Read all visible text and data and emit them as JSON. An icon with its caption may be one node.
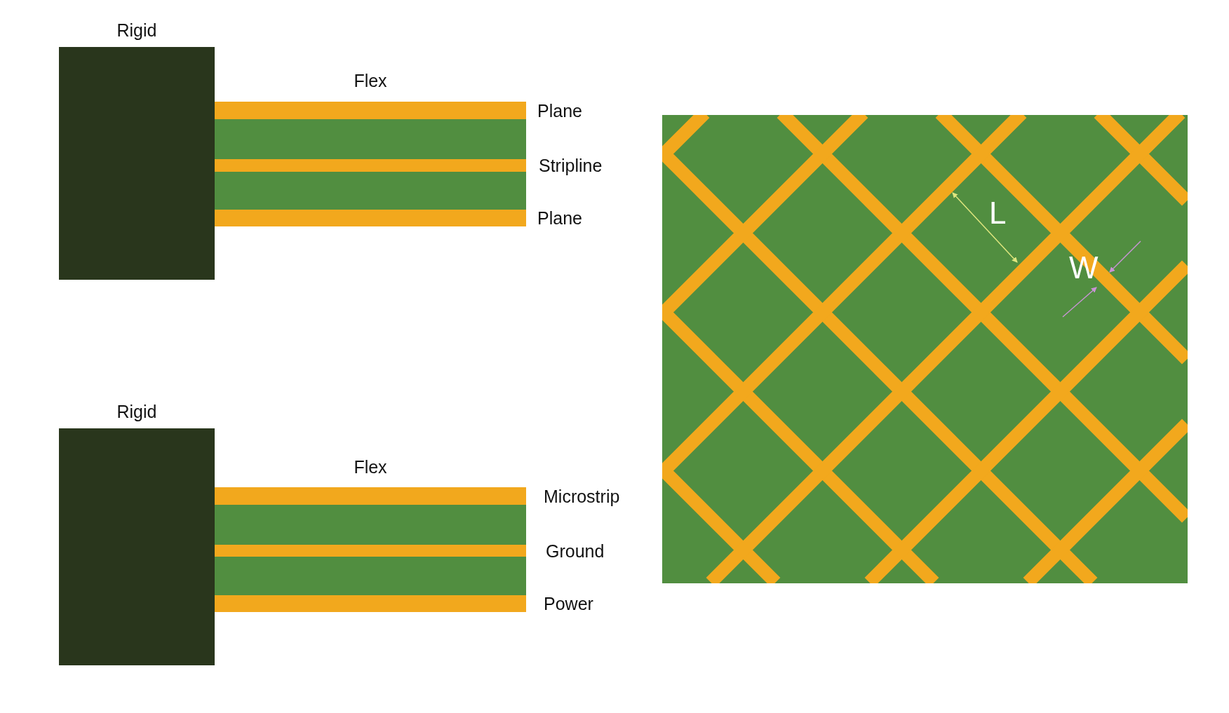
{
  "diagram": {
    "nodes": [
      {
        "text": [
          "Rigid"
        ]
      },
      {
        "text": [
          "Flex"
        ]
      },
      {
        "text": [
          "Plane"
        ],
        "in": 1
      },
      {
        "text": [],
        "shape": "bar",
        "in": 1
      },
      {
        "text": [
          "Stripline"
        ],
        "in": 1
      },
      {
        "text": [],
        "shape": "bar",
        "in": 1
      },
      {
        "text": [
          "Plane"
        ],
        "in": 1
      },
      {
        "text": [
          "Rigid"
        ]
      },
      {
        "text": [
          "Flex"
        ]
      },
      {
        "text": [
          "Microstrip"
        ],
        "in": 8
      },
      {
        "text": [],
        "shape": "bar",
        "in": 8
      },
      {
        "text": [
          "Ground"
        ],
        "in": 8
      },
      {
        "text": [],
        "shape": "bar",
        "in": 8
      },
      {
        "text": [
          "Power"
        ],
        "in": 8
      },
      {
        "text": [],
        "shape": "picture"
      }
    ],
    "edges": [],
    "labels": [
      "L",
      "W"
    ]
  }
}
